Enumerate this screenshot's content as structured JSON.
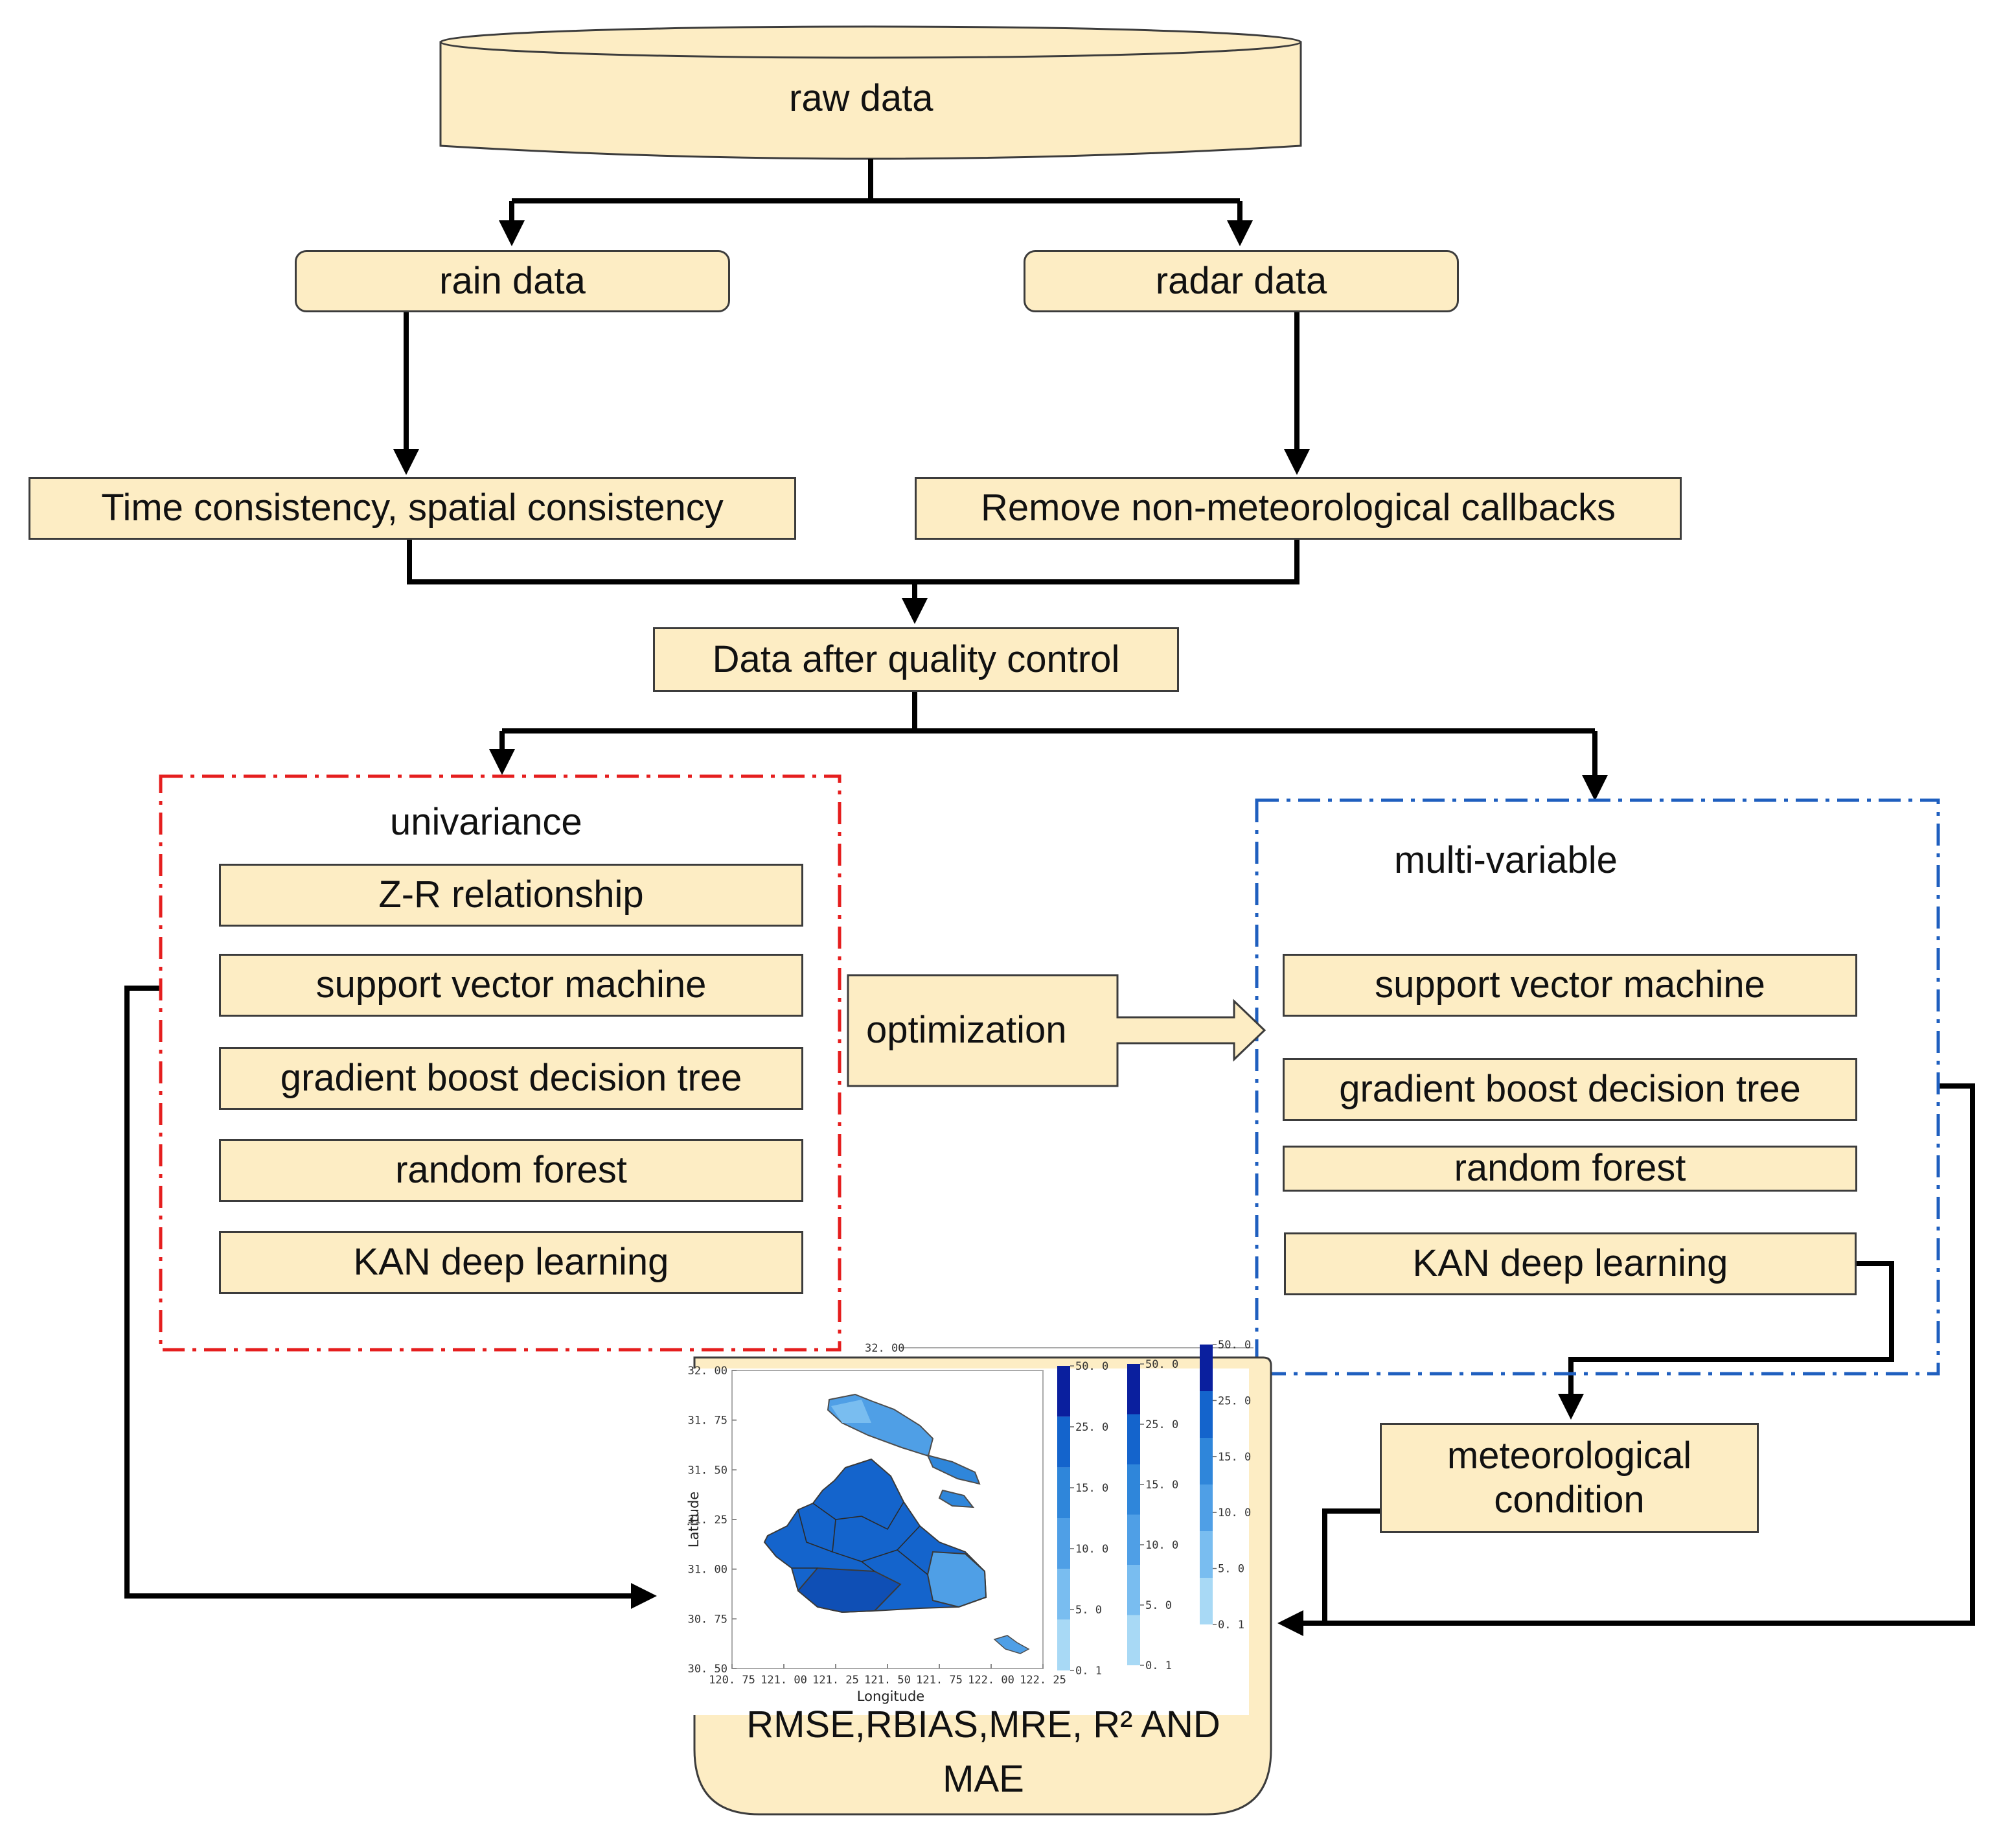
{
  "nodes": {
    "raw_data": "raw data",
    "rain_data": "rain data",
    "radar_data": "radar data",
    "time_spatial": "Time consistency, spatial consistency",
    "remove_callbacks": "Remove non-meteorological  callbacks",
    "quality_control": "Data after quality control",
    "optimization": "optimization",
    "meteorological_condition": "meteorological condition"
  },
  "univariance": {
    "title": "univariance",
    "items": [
      "Z-R relationship",
      "support vector machine",
      "gradient boost decision tree",
      "random forest",
      "KAN deep learning"
    ]
  },
  "multivariable": {
    "title": "multi-variable",
    "items": [
      "support vector machine",
      "gradient boost decision tree",
      "random forest",
      "KAN deep learning"
    ]
  },
  "evaluation": {
    "metrics_line1": "RMSE,RBIAS,MRE, R² AND",
    "metrics_line2": "MAE"
  },
  "map": {
    "xlabel": "Longitude",
    "ylabel": "Latitude",
    "x_ticks": [
      "120. 75",
      "121. 00",
      "121. 25",
      "121. 50",
      "121. 75",
      "122. 00",
      "122. 25"
    ],
    "y_ticks": [
      "32. 00",
      "31. 75",
      "31. 50",
      "31. 25",
      "31. 00",
      "30. 75",
      "30. 50"
    ],
    "top_tick": "32. 00",
    "colorbar_1": [
      "50. 0",
      "25. 0",
      "15. 0",
      "10. 0",
      "5. 0",
      "0. 1"
    ],
    "colorbar_2": [
      "50. 0",
      "25. 0",
      "15. 0",
      "10. 0",
      "5. 0",
      "0. 1"
    ],
    "colorbar_3": [
      "50. 0",
      "25. 0",
      "15. 0",
      "10. 0",
      "5. 0",
      "0. 1"
    ],
    "colors": [
      "#0a1f9e",
      "#1464cc",
      "#2f86da",
      "#4f9fe6",
      "#79bdf0",
      "#a8d9f5"
    ]
  },
  "style": {
    "box_fill": "#fdedc4",
    "red_dash": "#e51e1e",
    "blue_dash": "#1f5fbf",
    "line": "#000000"
  }
}
